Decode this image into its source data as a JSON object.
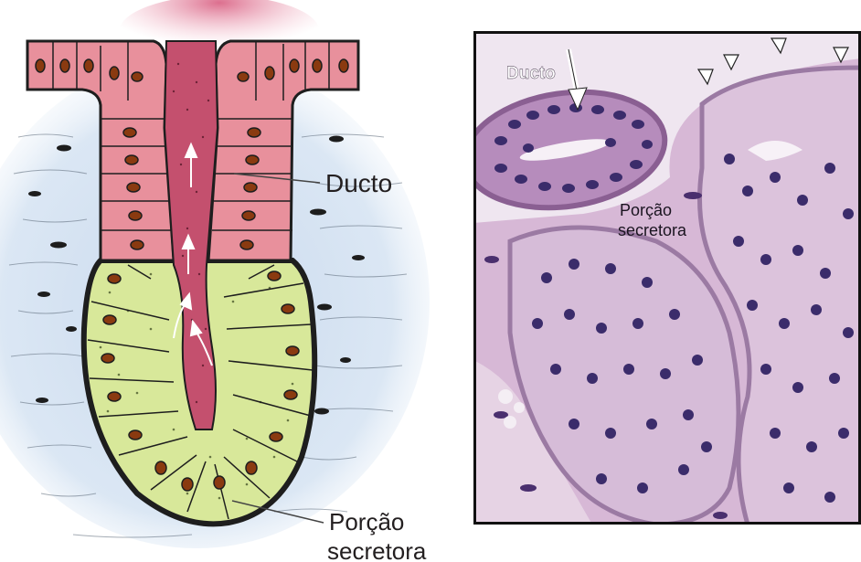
{
  "diagram": {
    "labels": {
      "ducto": "Ducto",
      "porcao_line1": "Porção",
      "porcao_line2": "secretora"
    }
  },
  "micrograph": {
    "labels": {
      "ducto": "Ducto",
      "porcao_line1": "Porção",
      "porcao_line2": "secretora"
    }
  },
  "colors": {
    "duct_epithelium": "#e8909c",
    "lumen_secretion": "#c4506e",
    "secretory_cells": "#d8e89a",
    "connective_tissue": "#c6d8ec",
    "nucleus": "#8a3a10",
    "tissue_pink": "#d7b8d6",
    "nucleus_purple": "#3b2c6b"
  }
}
